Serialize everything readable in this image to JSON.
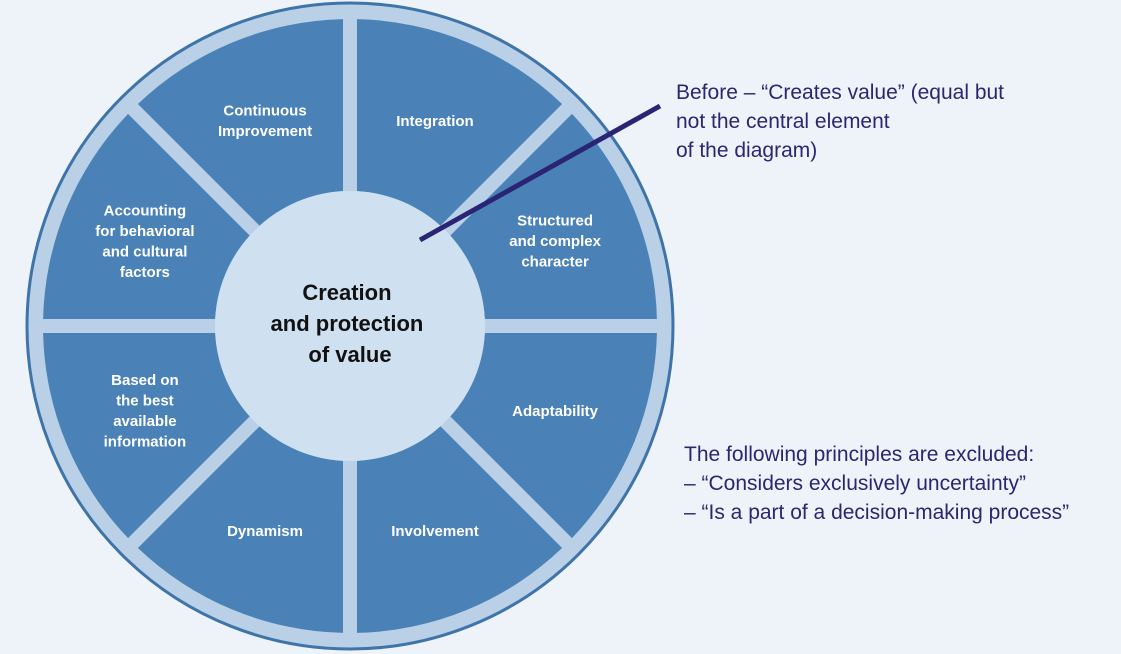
{
  "diagram": {
    "center_lines": [
      "Creation",
      "and protection",
      "of value"
    ],
    "segments": [
      {
        "lines": [
          "Integration"
        ]
      },
      {
        "lines": [
          "Structured",
          "and complex",
          "character"
        ]
      },
      {
        "lines": [
          "Adaptability"
        ]
      },
      {
        "lines": [
          "Involvement"
        ]
      },
      {
        "lines": [
          "Dynamism"
        ]
      },
      {
        "lines": [
          "Based on",
          "the best",
          "available",
          "information"
        ]
      },
      {
        "lines": [
          "Accounting",
          "for behavioral",
          "and cultural",
          "factors"
        ]
      },
      {
        "lines": [
          "Continuous",
          "Improvement"
        ]
      }
    ]
  },
  "notes": {
    "before": [
      "Before – “Creates value” (equal but",
      "not the central element",
      "of the diagram)"
    ],
    "excluded": [
      "The following principles are excluded:",
      "– “Considers exclusively uncertainty”",
      "– “Is a part of a decision-making process”"
    ]
  },
  "colors": {
    "outer_ring": "#b9d0e6",
    "ring_edge": "#3f74a8",
    "segment": "#4a82b8",
    "center": "#cfe0f1",
    "pointer": "#2a2475",
    "note_text": "#2b2670"
  }
}
